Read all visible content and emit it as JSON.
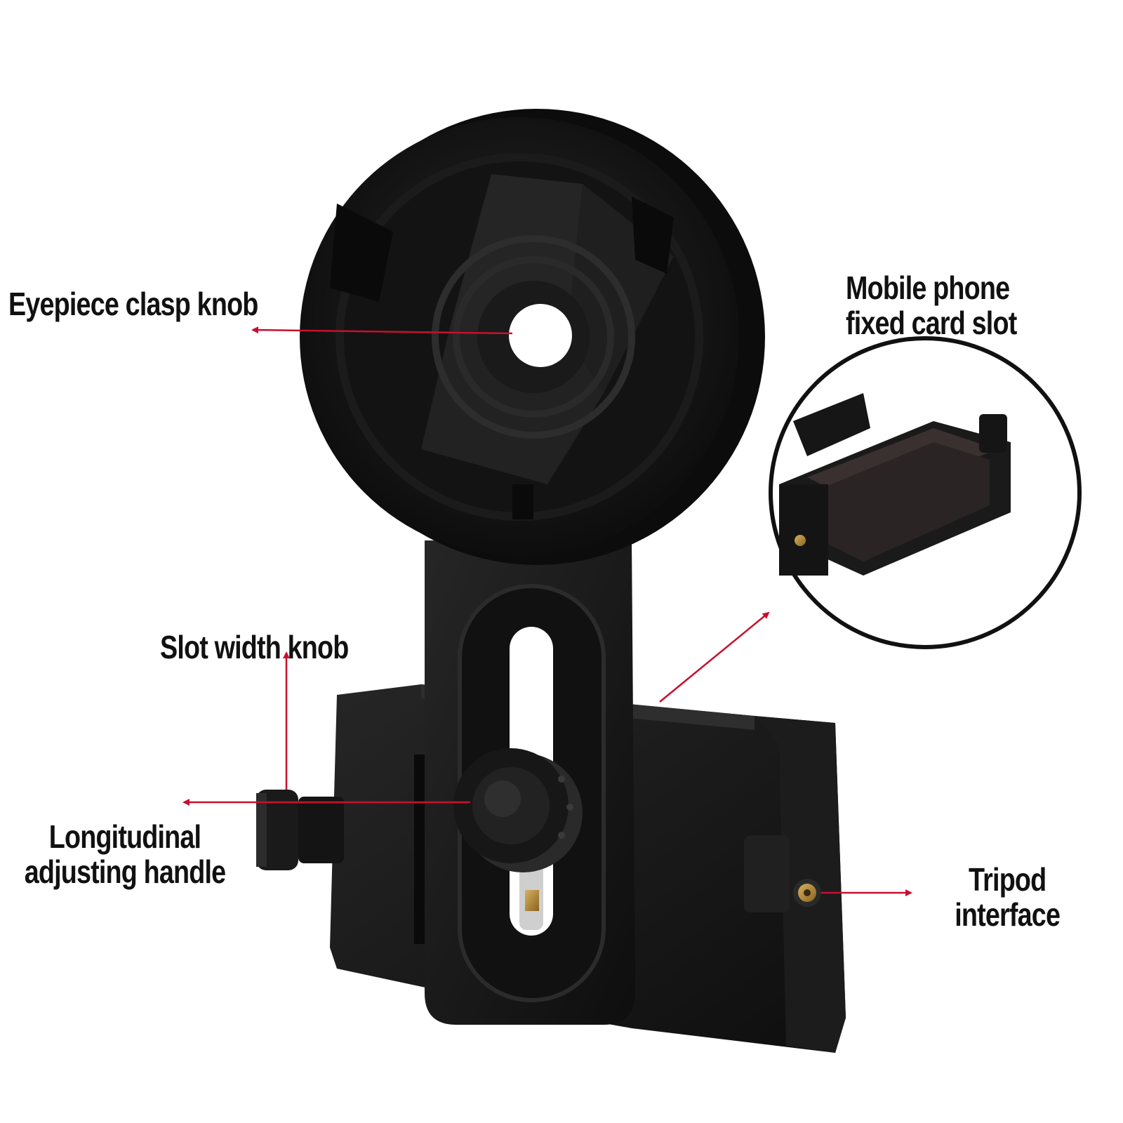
{
  "labels": {
    "eyepiece": "Eyepiece clasp knob",
    "phone_line1": "Mobile phone",
    "phone_line2": "fixed card slot",
    "slot_width": "Slot width knob",
    "longitudinal_line1": "Longitudinal",
    "longitudinal_line2": "adjusting handle",
    "tripod_line1": "Tripod",
    "tripod_line2": "interface"
  },
  "colors": {
    "arrow": "#c8102e",
    "product": "#161616",
    "background": "#ffffff"
  }
}
